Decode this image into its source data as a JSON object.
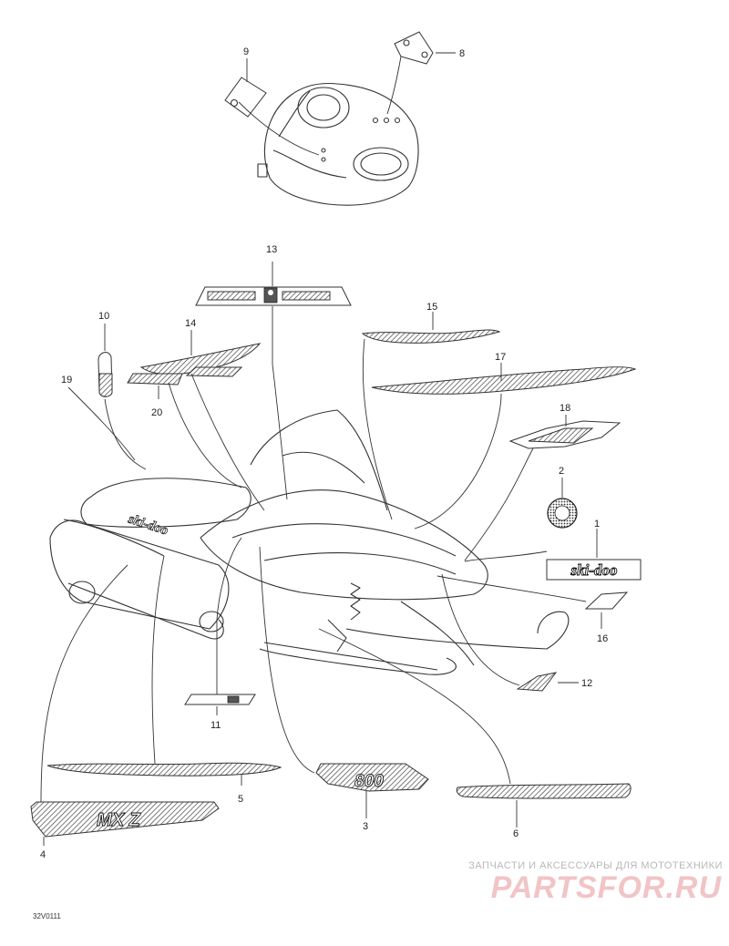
{
  "diagram": {
    "callouts": [
      "1",
      "2",
      "3",
      "4",
      "5",
      "6",
      "8",
      "9",
      "10",
      "11",
      "12",
      "13",
      "14",
      "15",
      "16",
      "17",
      "18",
      "19",
      "20"
    ],
    "drawing_code": "32V0111"
  },
  "watermark": {
    "tagline": "ЗАПЧАСТИ И АКСЕССУАРЫ ДЛЯ МОТОТЕХНИКИ",
    "logo": "PARTSFOR.RU"
  },
  "decal_texts": {
    "skidoo_big": "ski-doo",
    "skidoo_hood": "ski-doo",
    "mx_z": "MX Z",
    "model_800": "800"
  }
}
